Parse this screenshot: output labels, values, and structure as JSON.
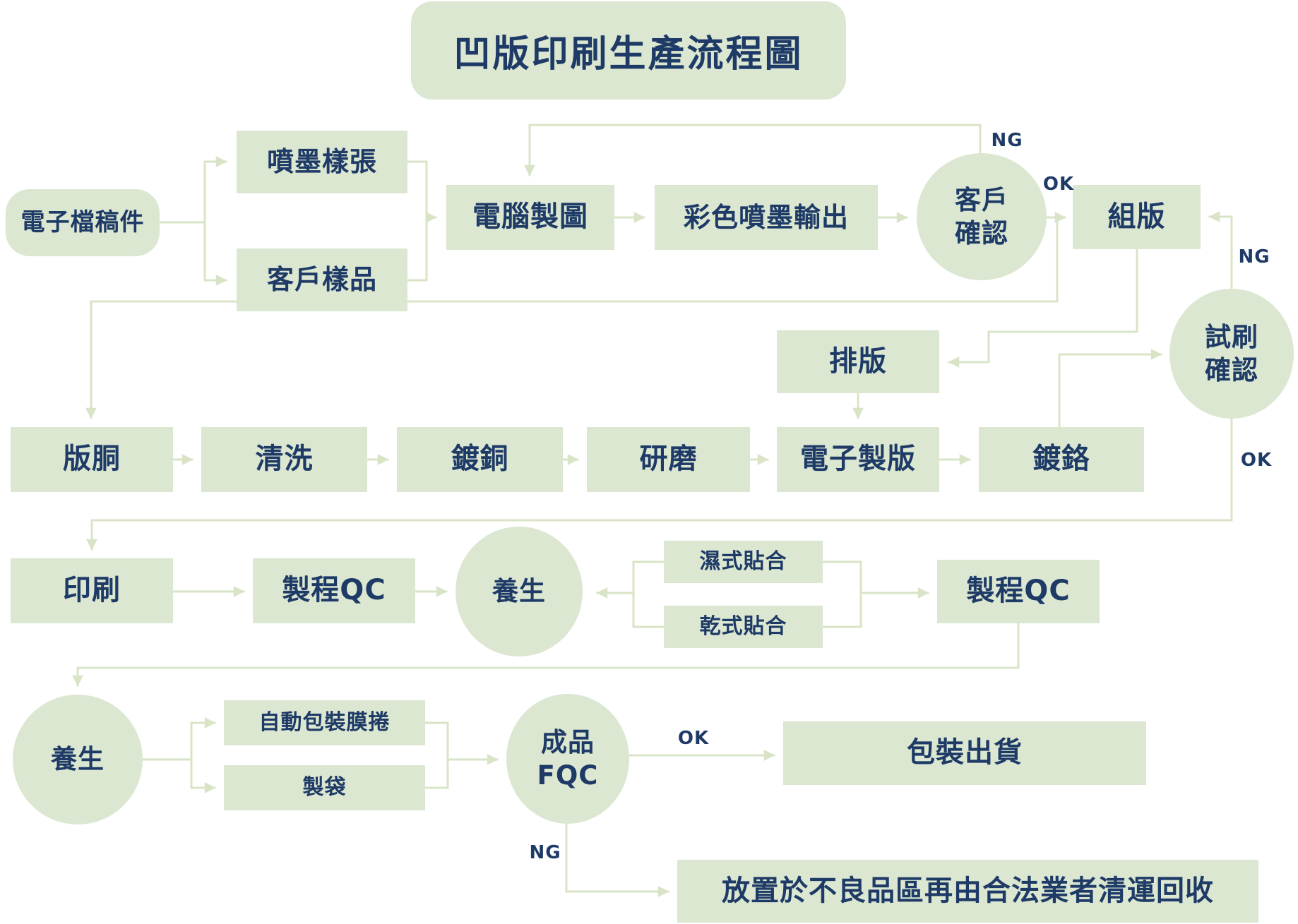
{
  "title": "凹版印刷生產流程圖",
  "colors": {
    "node_fill": "#dbe7d1",
    "connector": "#d9e4c7",
    "text": "#1e3a66",
    "background": "#ffffff"
  },
  "nodes": {
    "draft": {
      "label": "電子檔稿件"
    },
    "inkjet_sample": {
      "label": "噴墨樣張"
    },
    "customer_sample": {
      "label": "客戶樣品"
    },
    "computer_graphics": {
      "label": "電腦製圖"
    },
    "color_inkjet_output": {
      "label": "彩色噴墨輸出"
    },
    "customer_confirm": {
      "label": "客戶\n確認"
    },
    "plate_assembly": {
      "label": "組版"
    },
    "layout": {
      "label": "排版"
    },
    "plate_cylinder": {
      "label": "版胴"
    },
    "cleaning": {
      "label": "清洗"
    },
    "copper_plating": {
      "label": "鍍銅"
    },
    "grinding": {
      "label": "研磨"
    },
    "electronic_engraving": {
      "label": "電子製版"
    },
    "chrome_plating": {
      "label": "鍍鉻"
    },
    "proof_confirm": {
      "label": "試刷\n確認"
    },
    "printing": {
      "label": "印刷"
    },
    "process_qc1": {
      "label": "製程QC"
    },
    "curing1": {
      "label": "養生"
    },
    "wet_lamination": {
      "label": "濕式貼合"
    },
    "dry_lamination": {
      "label": "乾式貼合"
    },
    "process_qc2": {
      "label": "製程QC"
    },
    "curing2": {
      "label": "養生"
    },
    "auto_packaging_film": {
      "label": "自動包裝膜捲"
    },
    "bag_making": {
      "label": "製袋"
    },
    "finished_fqc": {
      "label": "成品\nFQC"
    },
    "packing_shipping": {
      "label": "包裝出貨"
    },
    "reject_disposal": {
      "label": "放置於不良品區再由合法業者清運回收"
    }
  },
  "edge_labels": {
    "customer_ng": "NG",
    "customer_ok": "OK",
    "proof_ng": "NG",
    "proof_ok": "OK",
    "fqc_ok": "OK",
    "fqc_ng": "NG"
  },
  "edges": [
    {
      "from": "電子檔稿件",
      "to": "噴墨樣張"
    },
    {
      "from": "電子檔稿件",
      "to": "客戶樣品"
    },
    {
      "from": "噴墨樣張",
      "to": "電腦製圖"
    },
    {
      "from": "客戶樣品",
      "to": "電腦製圖"
    },
    {
      "from": "電腦製圖",
      "to": "彩色噴墨輸出"
    },
    {
      "from": "彩色噴墨輸出",
      "to": "客戶確認"
    },
    {
      "from": "客戶確認",
      "to": "電腦製圖",
      "label": "NG"
    },
    {
      "from": "客戶確認",
      "to": "組版",
      "label": "OK"
    },
    {
      "from": "客戶確認",
      "to": "版胴",
      "label": "OK"
    },
    {
      "from": "組版",
      "to": "排版"
    },
    {
      "from": "排版",
      "to": "電子製版"
    },
    {
      "from": "版胴",
      "to": "清洗"
    },
    {
      "from": "清洗",
      "to": "鍍銅"
    },
    {
      "from": "鍍銅",
      "to": "研磨"
    },
    {
      "from": "研磨",
      "to": "電子製版"
    },
    {
      "from": "電子製版",
      "to": "鍍鉻"
    },
    {
      "from": "鍍鉻",
      "to": "試刷確認"
    },
    {
      "from": "試刷確認",
      "to": "組版",
      "label": "NG"
    },
    {
      "from": "試刷確認",
      "to": "印刷",
      "label": "OK"
    },
    {
      "from": "印刷",
      "to": "製程QC"
    },
    {
      "from": "製程QC",
      "to": "養生"
    },
    {
      "from": "濕式貼合",
      "to": "養生"
    },
    {
      "from": "乾式貼合",
      "to": "養生"
    },
    {
      "from": "濕式貼合",
      "to": "製程QC(2)"
    },
    {
      "from": "乾式貼合",
      "to": "製程QC(2)"
    },
    {
      "from": "製程QC(2)",
      "to": "養生(2)"
    },
    {
      "from": "養生(2)",
      "to": "自動包裝膜捲"
    },
    {
      "from": "養生(2)",
      "to": "製袋"
    },
    {
      "from": "自動包裝膜捲",
      "to": "成品FQC"
    },
    {
      "from": "製袋",
      "to": "成品FQC"
    },
    {
      "from": "成品FQC",
      "to": "包裝出貨",
      "label": "OK"
    },
    {
      "from": "成品FQC",
      "to": "放置於不良品區再由合法業者清運回收",
      "label": "NG"
    }
  ]
}
